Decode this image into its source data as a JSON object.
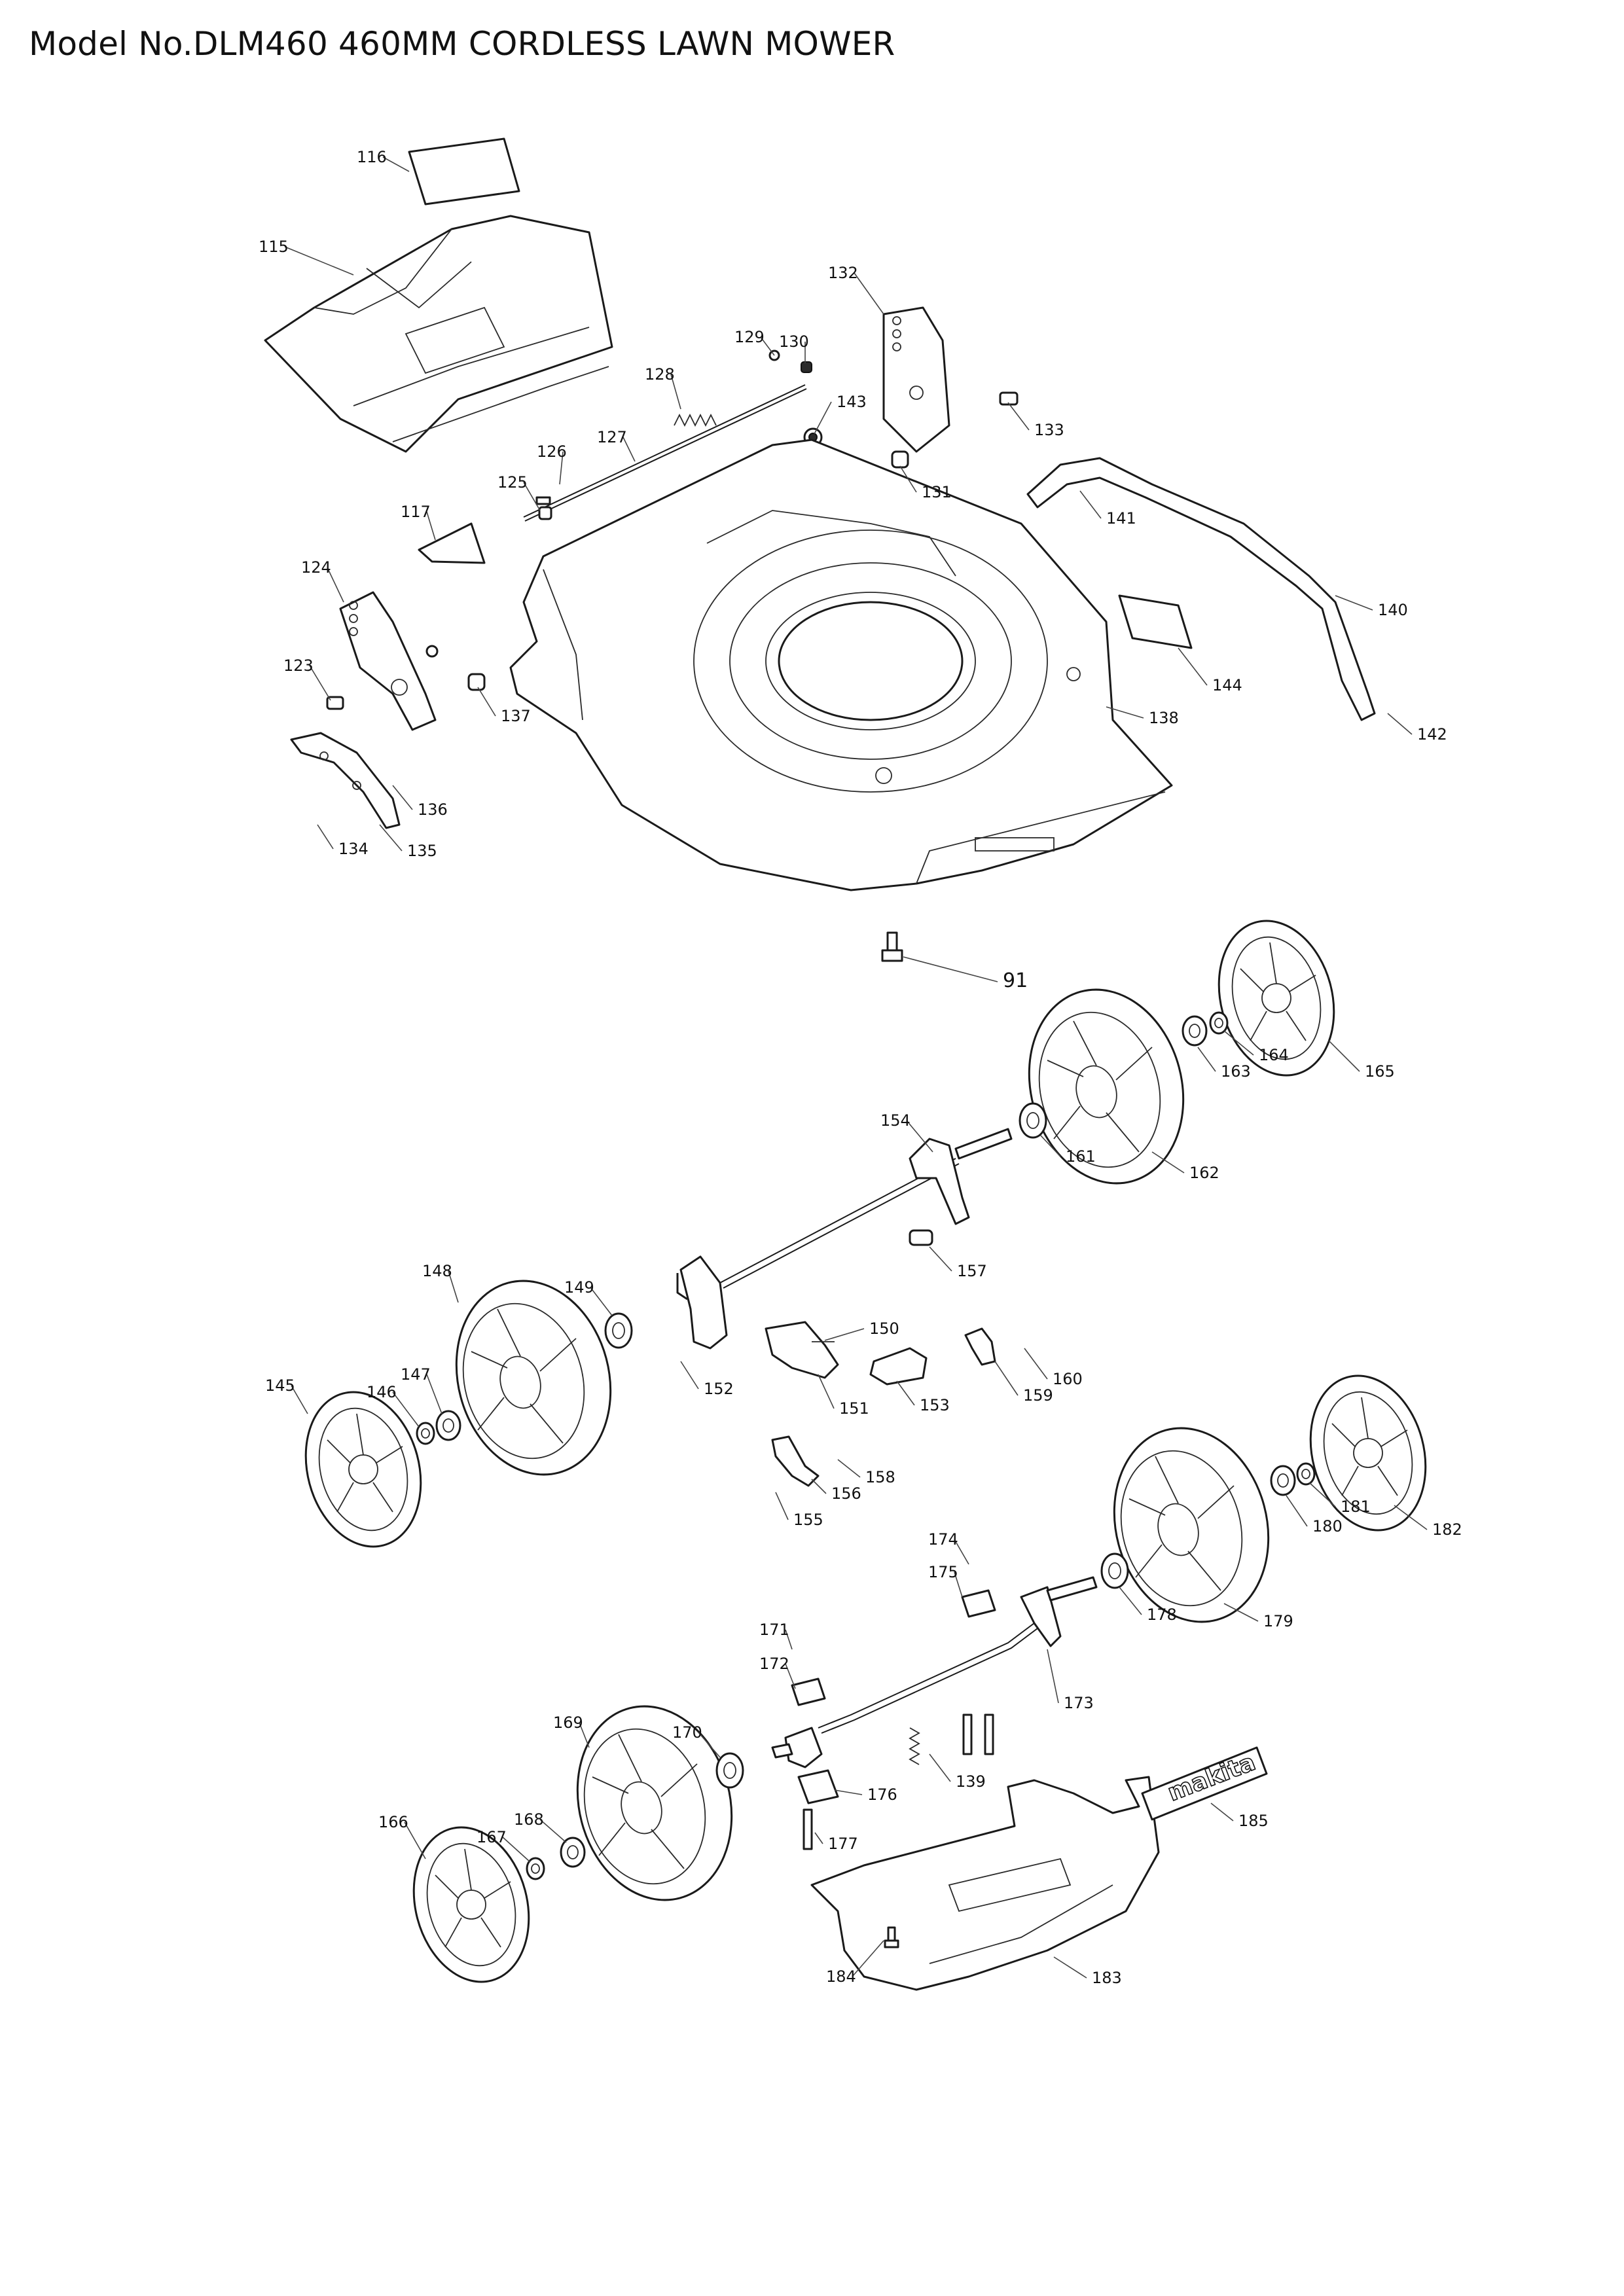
{
  "title": "Model No.DLM460 460MM CORDLESS LAWN MOWER",
  "callouts": [
    "116",
    "115",
    "132",
    "129",
    "130",
    "128",
    "143",
    "133",
    "126",
    "127",
    "131",
    "125",
    "117",
    "141",
    "124",
    "140",
    "123",
    "144",
    "137",
    "138",
    "142",
    "136",
    "134",
    "135",
    "91",
    "165",
    "164",
    "163",
    "162",
    "161",
    "154",
    "157",
    "148",
    "149",
    "150",
    "145",
    "146",
    "147",
    "152",
    "151",
    "153",
    "159",
    "160",
    "158",
    "156",
    "155",
    "182",
    "181",
    "180",
    "174",
    "175",
    "178",
    "179",
    "171",
    "172",
    "173",
    "169",
    "170",
    "176",
    "139",
    "185",
    "177",
    "166",
    "167",
    "168",
    "183",
    "184"
  ],
  "logo_text": "makita"
}
